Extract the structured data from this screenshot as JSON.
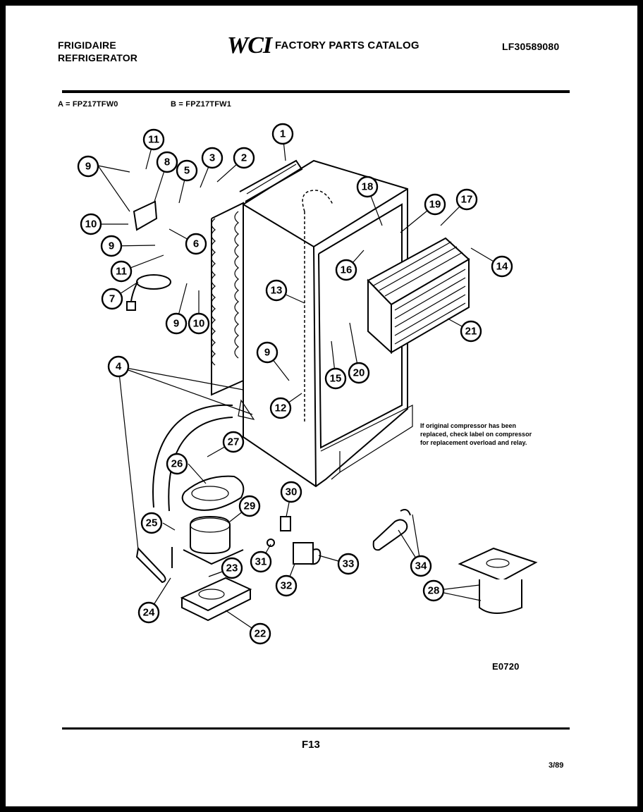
{
  "header": {
    "brand": "FRIGIDAIRE",
    "product": "REFRIGERATOR",
    "logo": "WCI",
    "catalog_title": "FACTORY PARTS CATALOG",
    "catalog_number": "LF30589080"
  },
  "models": {
    "a": "A = FPZ17TFW0",
    "b": "B = FPZ17TFW1"
  },
  "note": "If original compressor has been replaced, check label on compressor for replacement overload and relay.",
  "diagram_code": "E0720",
  "page_number": "F13",
  "date": "3/89",
  "callouts": [
    "1",
    "2",
    "3",
    "4",
    "5",
    "6",
    "7",
    "8",
    "9",
    "10",
    "11",
    "12",
    "13",
    "14",
    "15",
    "16",
    "17",
    "18",
    "19",
    "20",
    "21",
    "22",
    "23",
    "24",
    "25",
    "26",
    "27",
    "28",
    "29",
    "30",
    "31",
    "32",
    "33",
    "34"
  ]
}
